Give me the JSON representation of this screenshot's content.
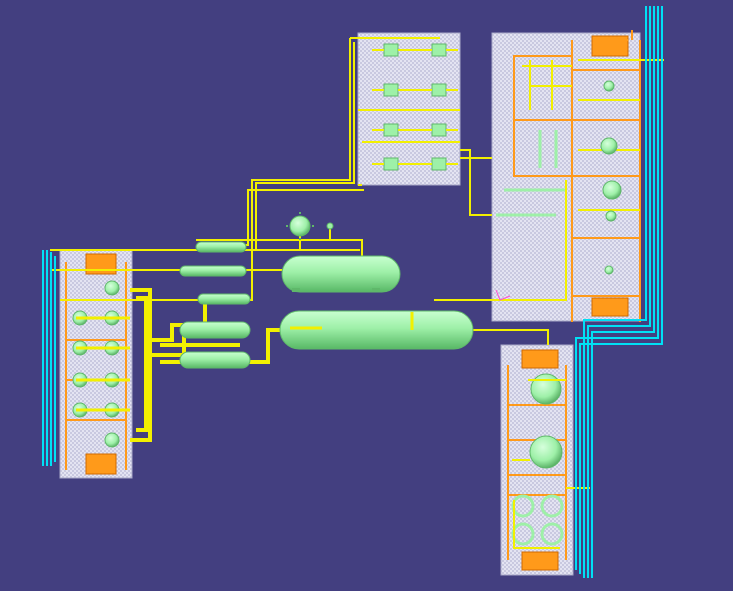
{
  "colors": {
    "background": "#433f80",
    "module_fill": "#cfcfe4",
    "pipe_yellow": "#f2f000",
    "pipe_cyan": "#00e0f5",
    "pipe_orange": "#ff9a1a",
    "vessel_green": "#9ef0a8",
    "vessel_edge": "#5fb86a"
  },
  "scene": {
    "view": "3d-piping-plant-layout",
    "modules": [
      {
        "id": "left-process-module"
      },
      {
        "id": "top-center-module"
      },
      {
        "id": "right-process-module"
      },
      {
        "id": "bottom-right-module"
      }
    ],
    "vessels": [
      {
        "id": "horizontal-drum-upper"
      },
      {
        "id": "horizontal-drum-lower"
      },
      {
        "id": "spherical-tank"
      }
    ]
  }
}
